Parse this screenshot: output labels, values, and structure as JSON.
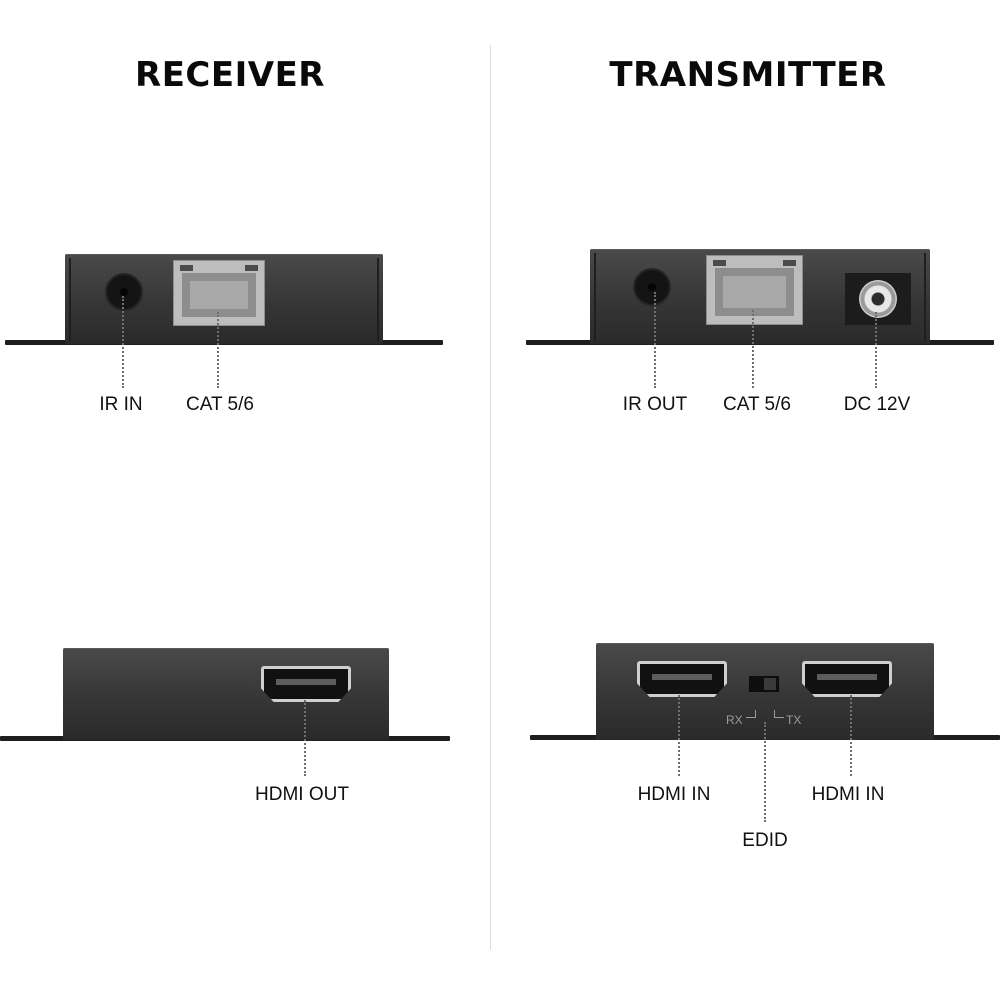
{
  "receiver": {
    "title": "RECEIVER",
    "ports_top": {
      "ir_in": "IR IN",
      "cat": "CAT 5/6"
    },
    "ports_bottom": {
      "hdmi_out": "HDMI OUT"
    }
  },
  "transmitter": {
    "title": "TRANSMITTER",
    "ports_top": {
      "ir_out": "IR OUT",
      "cat": "CAT 5/6",
      "dc": "DC 12V"
    },
    "ports_bottom": {
      "hdmi_in_left": "HDMI IN",
      "hdmi_in_right": "HDMI IN",
      "edid": "EDID",
      "switch_rx": "RX",
      "switch_tx": "TX"
    }
  }
}
